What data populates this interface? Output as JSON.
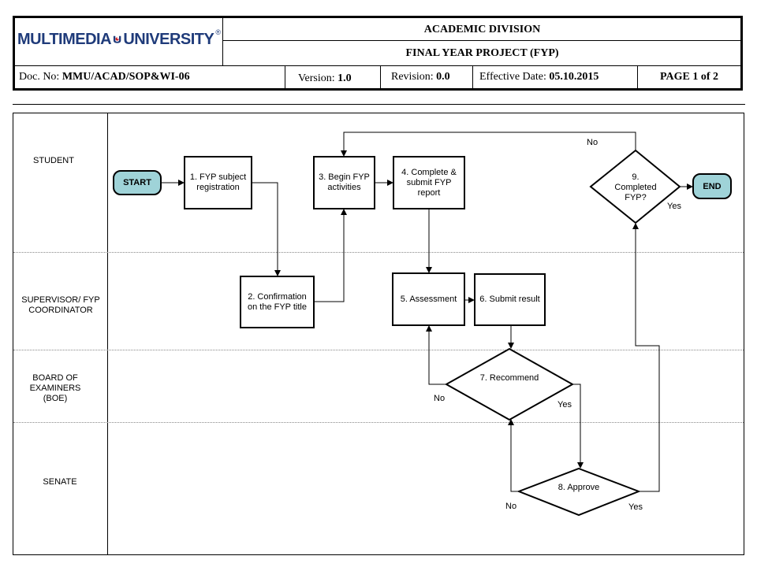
{
  "header": {
    "logo_text": "MULTIMEDIA UNIVERSITY",
    "logo_mark": "®",
    "division": "ACADEMIC DIVISION",
    "project": "FINAL YEAR PROJECT (FYP)",
    "doc_label": "Doc. No:",
    "doc_value": "MMU/ACAD/SOP&WI-06",
    "version_label": "Version:",
    "version_value": "1.0",
    "revision_label": "Revision:",
    "revision_value": "0.0",
    "effective_label": "Effective Date:",
    "effective_value": "05.10.2015",
    "page": "PAGE 1 of 2"
  },
  "lanes": {
    "student": "STUDENT",
    "supervisor": "SUPERVISOR/ FYP COORDINATOR",
    "boe": "BOARD OF EXAMINERS (BOE)",
    "senate": "SENATE"
  },
  "nodes": {
    "start": "START",
    "end": "END",
    "n1": "1. FYP subject registration",
    "n2": "2. Confirmation on the FYP title",
    "n3": "3. Begin FYP activities",
    "n4": "4. Complete & submit FYP report",
    "n5": "5. Assessment",
    "n6": "6. Submit result",
    "n7": "7. Recommend",
    "n8": "8. Approve",
    "n9": "9. Completed FYP?"
  },
  "labels": {
    "no": "No",
    "yes": "Yes"
  },
  "colors": {
    "terminal": "#9fd3d8",
    "logo_blue": "#1f3b7a",
    "logo_red": "#d41a1f"
  }
}
